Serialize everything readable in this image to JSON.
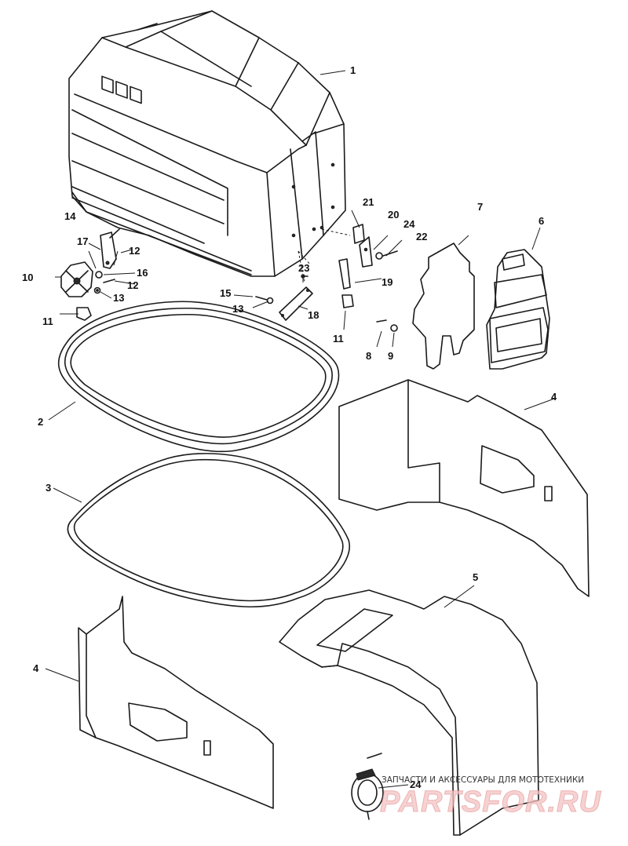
{
  "diagram": {
    "callouts": [
      {
        "id": "c1",
        "label": "1"
      },
      {
        "id": "c2",
        "label": "2"
      },
      {
        "id": "c3",
        "label": "3"
      },
      {
        "id": "c4a",
        "label": "4"
      },
      {
        "id": "c4b",
        "label": "4"
      },
      {
        "id": "c5",
        "label": "5"
      },
      {
        "id": "c6",
        "label": "6"
      },
      {
        "id": "c7",
        "label": "7"
      },
      {
        "id": "c8",
        "label": "8"
      },
      {
        "id": "c9",
        "label": "9"
      },
      {
        "id": "c10",
        "label": "10"
      },
      {
        "id": "c11a",
        "label": "11"
      },
      {
        "id": "c11b",
        "label": "11"
      },
      {
        "id": "c12a",
        "label": "12"
      },
      {
        "id": "c12b",
        "label": "12"
      },
      {
        "id": "c13a",
        "label": "13"
      },
      {
        "id": "c13b",
        "label": "13"
      },
      {
        "id": "c14",
        "label": "14"
      },
      {
        "id": "c15",
        "label": "15"
      },
      {
        "id": "c16",
        "label": "16"
      },
      {
        "id": "c17",
        "label": "17"
      },
      {
        "id": "c18",
        "label": "18"
      },
      {
        "id": "c19",
        "label": "19"
      },
      {
        "id": "c20",
        "label": "20"
      },
      {
        "id": "c21",
        "label": "21"
      },
      {
        "id": "c22",
        "label": "22"
      },
      {
        "id": "c23",
        "label": "23"
      },
      {
        "id": "c24a",
        "label": "24"
      },
      {
        "id": "c24b",
        "label": "24"
      }
    ]
  },
  "watermark": {
    "caption": "ЗАПЧАСТИ И АКСЕССУАРЫ ДЛЯ МОТОТЕХНИКИ",
    "logo_text": "PARTSFOR.RU",
    "color": "#e79a9a"
  }
}
